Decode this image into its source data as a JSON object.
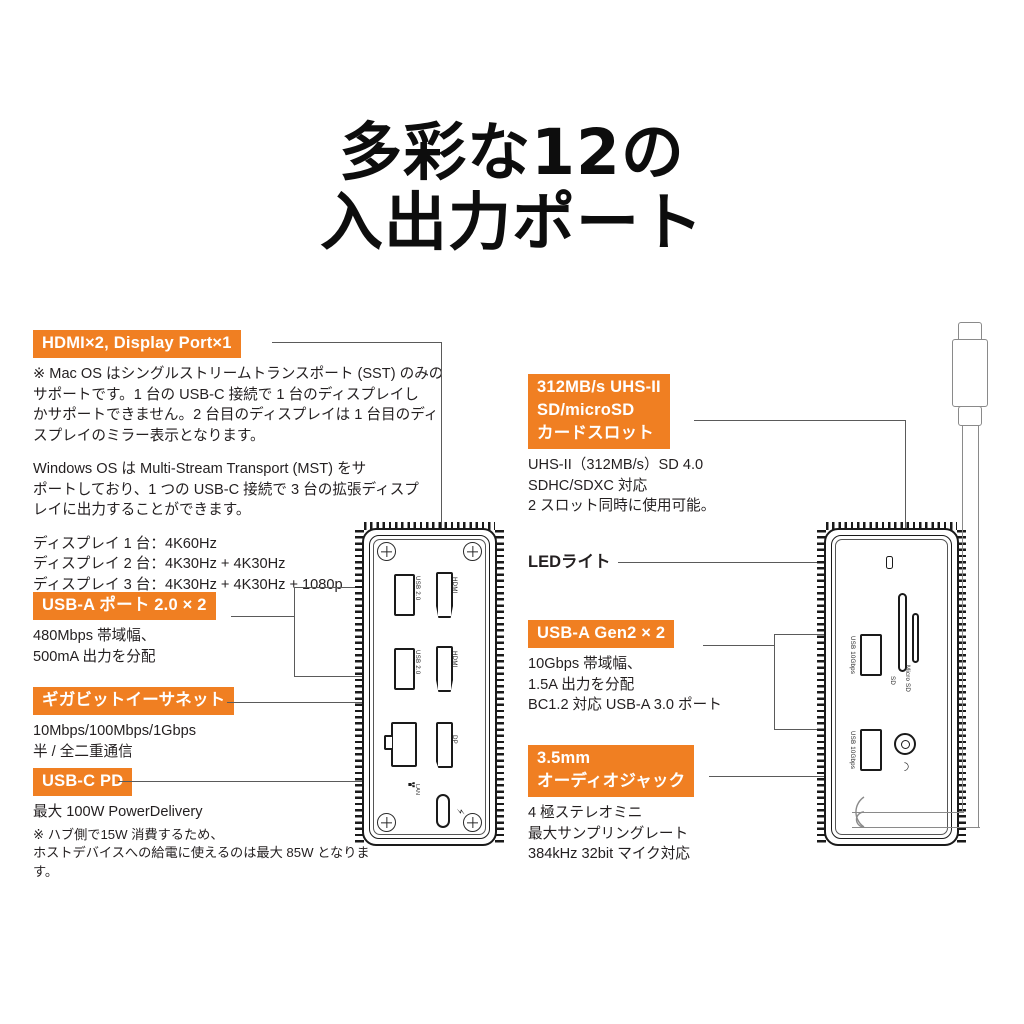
{
  "title": {
    "line1": "多彩な12の",
    "line2": "入出力ポート"
  },
  "colors": {
    "accent": "#f07f22",
    "text": "#231f20",
    "line": "#5a5a5a"
  },
  "callouts": {
    "hdmi_dp": {
      "tag": "HDMI×2, Display Port×1",
      "para1": "※ Mac OS はシングルストリームトランスポート (SST) のみの\n   サポートです。1 台の USB-C 接続で 1 台のディスプレイし\n   かサポートできません。2 台目のディスプレイは 1 台目のディ\n   スプレイのミラー表示となります。",
      "para2": "Windows OS は  Multi-Stream Transport (MST) をサ\nポートしており、1 つの USB-C 接続で 3 台の拡張ディスプ\nレイに出力することができます。",
      "specs": "ディスプレイ 1 台：4K60Hz\nディスプレイ 2 台：4K30Hz + 4K30Hz\nディスプレイ 3 台：4K30Hz + 4K30Hz + 1080p"
    },
    "usb_a_20": {
      "tag": "USB-A ポート 2.0 × 2",
      "body": "480Mbps 帯域幅、\n500mA 出力を分配"
    },
    "gigabit_ethernet": {
      "tag": "ギガビットイーサネット",
      "body": "10Mbps/100Mbps/1Gbps\n半 / 全二重通信"
    },
    "usb_c_pd": {
      "tag": "USB-C PD",
      "body": "最大 100W PowerDelivery",
      "note": "※ ハブ側で15W 消費するため、\n   ホストデバイスへの給電に使えるのは最大 85W となります。"
    },
    "card_slot": {
      "tag_line1": "312MB/s UHS-II",
      "tag_line2": "SD/microSD",
      "tag_line3": "カードスロット",
      "body": "UHS-II（312MB/s）SD 4.0\nSDHC/SDXC 対応\n2 スロット同時に使用可能。"
    },
    "led_light": {
      "tag": "LEDライト"
    },
    "usb_a_gen2": {
      "tag": "USB-A Gen2 × 2",
      "body": "10Gbps 帯域幅、\n1.5A 出力を分配\nBC1.2 対応 USB-A 3.0 ポート"
    },
    "audio_jack": {
      "tag_line1": "3.5mm",
      "tag_line2": "オーディオジャック",
      "body": "4 極ステレオミニ\n最大サンプリングレート\n384kHz 32bit  マイク対応"
    }
  },
  "device_left": {
    "port_labels": {
      "usb20_top": "USB 2.0",
      "usb20_bottom": "USB 2.0",
      "hdmi_top": "HDMI",
      "hdmi_bottom": "HDMI",
      "dp": "DP",
      "lan": "LAN"
    }
  },
  "device_right": {
    "port_labels": {
      "usb_10gbps_top": "USB 10Gbps",
      "usb_10gbps_bottom": "USB 10Gbps",
      "sd": "SD",
      "micro_sd": "Micro SD"
    }
  }
}
